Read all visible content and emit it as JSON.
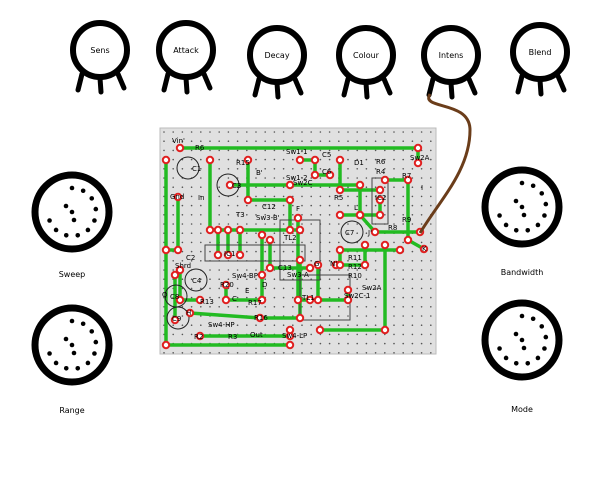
{
  "knobs": [
    {
      "label": "Sens"
    },
    {
      "label": "Attack"
    },
    {
      "label": "Decay"
    },
    {
      "label": "Colour"
    },
    {
      "label": "Intens"
    },
    {
      "label": "Blend"
    }
  ],
  "switches": [
    {
      "label": "Sweep"
    },
    {
      "label": "Range"
    },
    {
      "label": "Bandwidth"
    },
    {
      "label": "Mode"
    }
  ],
  "board": {
    "components": [
      "Vin'",
      "R6",
      "C1",
      "R15",
      "B'",
      "C3",
      "Gnd",
      "In",
      "C12",
      "T3",
      "Sw3-B'",
      "Sw1-1",
      "Sw1-2",
      "C5",
      "C6",
      "Sw2C",
      "R5",
      "L",
      "D1",
      "R6",
      "R4",
      "IC2",
      "Sw2A",
      "R7",
      "I",
      "R9",
      "J'",
      "K",
      "C7",
      "R8",
      "TL2",
      "F",
      "IC1",
      "C2",
      "C13",
      "Sw4-BP",
      "Sw3-A",
      "Shrd",
      "C4",
      "R20",
      "E",
      "D",
      "R17",
      "C",
      "Q",
      "C8",
      "R13",
      "TL1",
      "G",
      "N'",
      "R11",
      "R12",
      "R10",
      "Sw2A",
      "Sw2C-1",
      "H",
      "C9",
      "Sw4-HP",
      "R16",
      "Out",
      "Sw4-LP",
      "R2",
      "R3"
    ]
  },
  "colors": {
    "board": "#e0e0e0",
    "trace": "#22bb22",
    "pad": "#e02020",
    "wire": "#6b3d1a",
    "knob": "#000000"
  }
}
